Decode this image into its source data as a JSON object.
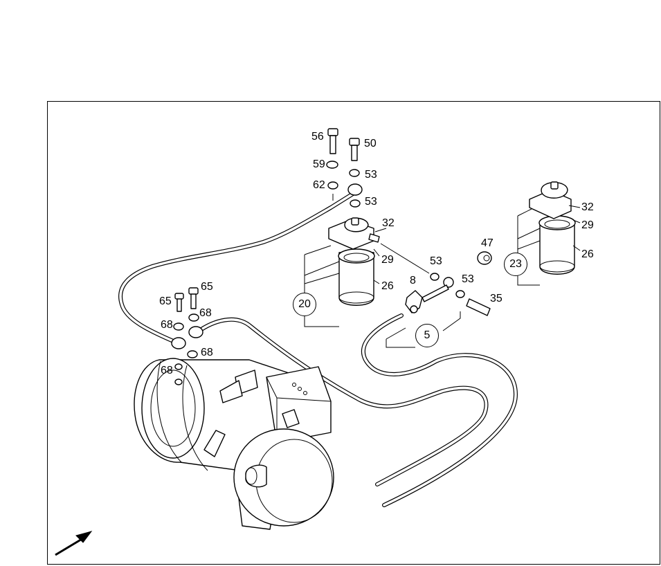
{
  "callouts": {
    "c56": "56",
    "c50": "50",
    "c59": "59",
    "c53a": "53",
    "c62": "62",
    "c53b": "53",
    "c32a": "32",
    "c29a": "29",
    "c26a": "26",
    "c53c": "53",
    "c8": "8",
    "c53d": "53",
    "c47": "47",
    "c35": "35",
    "c32b": "32",
    "c29b": "29",
    "c26b": "26",
    "c65a": "65",
    "c65b": "65",
    "c68a": "68",
    "c68b": "68",
    "c68c": "68",
    "c68d": "68"
  },
  "assemblies": {
    "a20": "20",
    "a23": "23",
    "a5": "5"
  }
}
